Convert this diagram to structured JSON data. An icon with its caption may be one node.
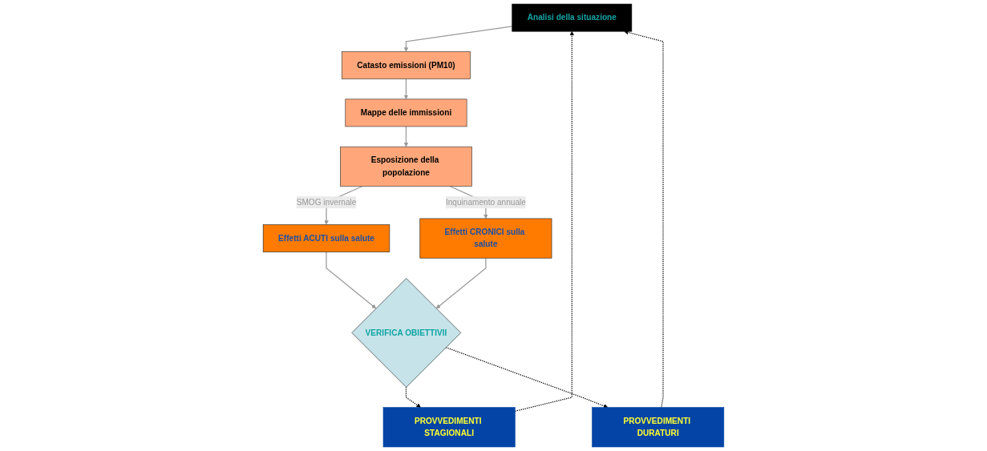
{
  "diagram": {
    "nodes": [
      {
        "text": [
          "Analisi della situazione"
        ]
      },
      {
        "text": [
          "Catasto emissioni (PM10)"
        ]
      },
      {
        "text": [
          "Mappe delle immissioni"
        ]
      },
      {
        "text": [
          "Esposizione della popolazione"
        ]
      },
      {
        "text": [
          "PROVVEDIMENTI STAGIONALI"
        ]
      },
      {
        "text": [
          "PROVVEDIMENTI DURATURI"
        ]
      },
      {
        "text": [
          "Effetti ACUTI sulla salute"
        ]
      },
      {
        "text": [
          "Effetti CRONICI sulla salute"
        ]
      },
      {
        "text": [
          "VERIFICA OBIETTIVII"
        ]
      }
    ],
    "edges": [
      {
        "from": 0,
        "to": 1,
        "arrow": "to"
      },
      {
        "from": 1,
        "to": 2,
        "arrow": "to"
      },
      {
        "from": 2,
        "to": 3,
        "arrow": "to"
      },
      {
        "from": 3,
        "to": 6,
        "arrow": "to",
        "label": "SMOG invernale"
      },
      {
        "from": 3,
        "to": 7,
        "arrow": "to",
        "label": "Inquinamento annuale"
      },
      {
        "from": 6,
        "to": 8,
        "arrow": "to"
      },
      {
        "from": 7,
        "to": 8,
        "arrow": "to"
      },
      {
        "from": 8,
        "to": 4,
        "arrow": "to",
        "style": "dashed",
        "color": "#000000"
      },
      {
        "from": 8,
        "to": 5,
        "arrow": "to",
        "style": "dashed",
        "color": "#000000"
      },
      {
        "from": 4,
        "to": 0,
        "arrow": "to",
        "style": "dashed",
        "color": "#000000"
      },
      {
        "from": 5,
        "to": 0,
        "arrow": "to",
        "style": "dashed",
        "color": "#000000"
      }
    ]
  }
}
